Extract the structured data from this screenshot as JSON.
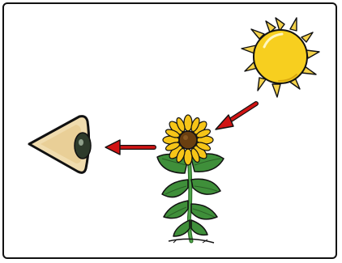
{
  "scene": {
    "description_elements": [
      "sun",
      "sunflower",
      "eye",
      "arrow-sun-to-flower",
      "arrow-flower-to-eye"
    ],
    "colors": {
      "sun_fill": "#f7cf1f",
      "sun_ray": "#f4d24a",
      "arrow": "#d11414",
      "leaf": "#3f8f3a",
      "leaf_dark": "#2f6e2a",
      "petal": "#f6c518",
      "flower_center": "#6a3f10",
      "eye_skin": "#f0dcae",
      "eye_iris": "#2e3b2b",
      "outline": "#111111"
    }
  }
}
